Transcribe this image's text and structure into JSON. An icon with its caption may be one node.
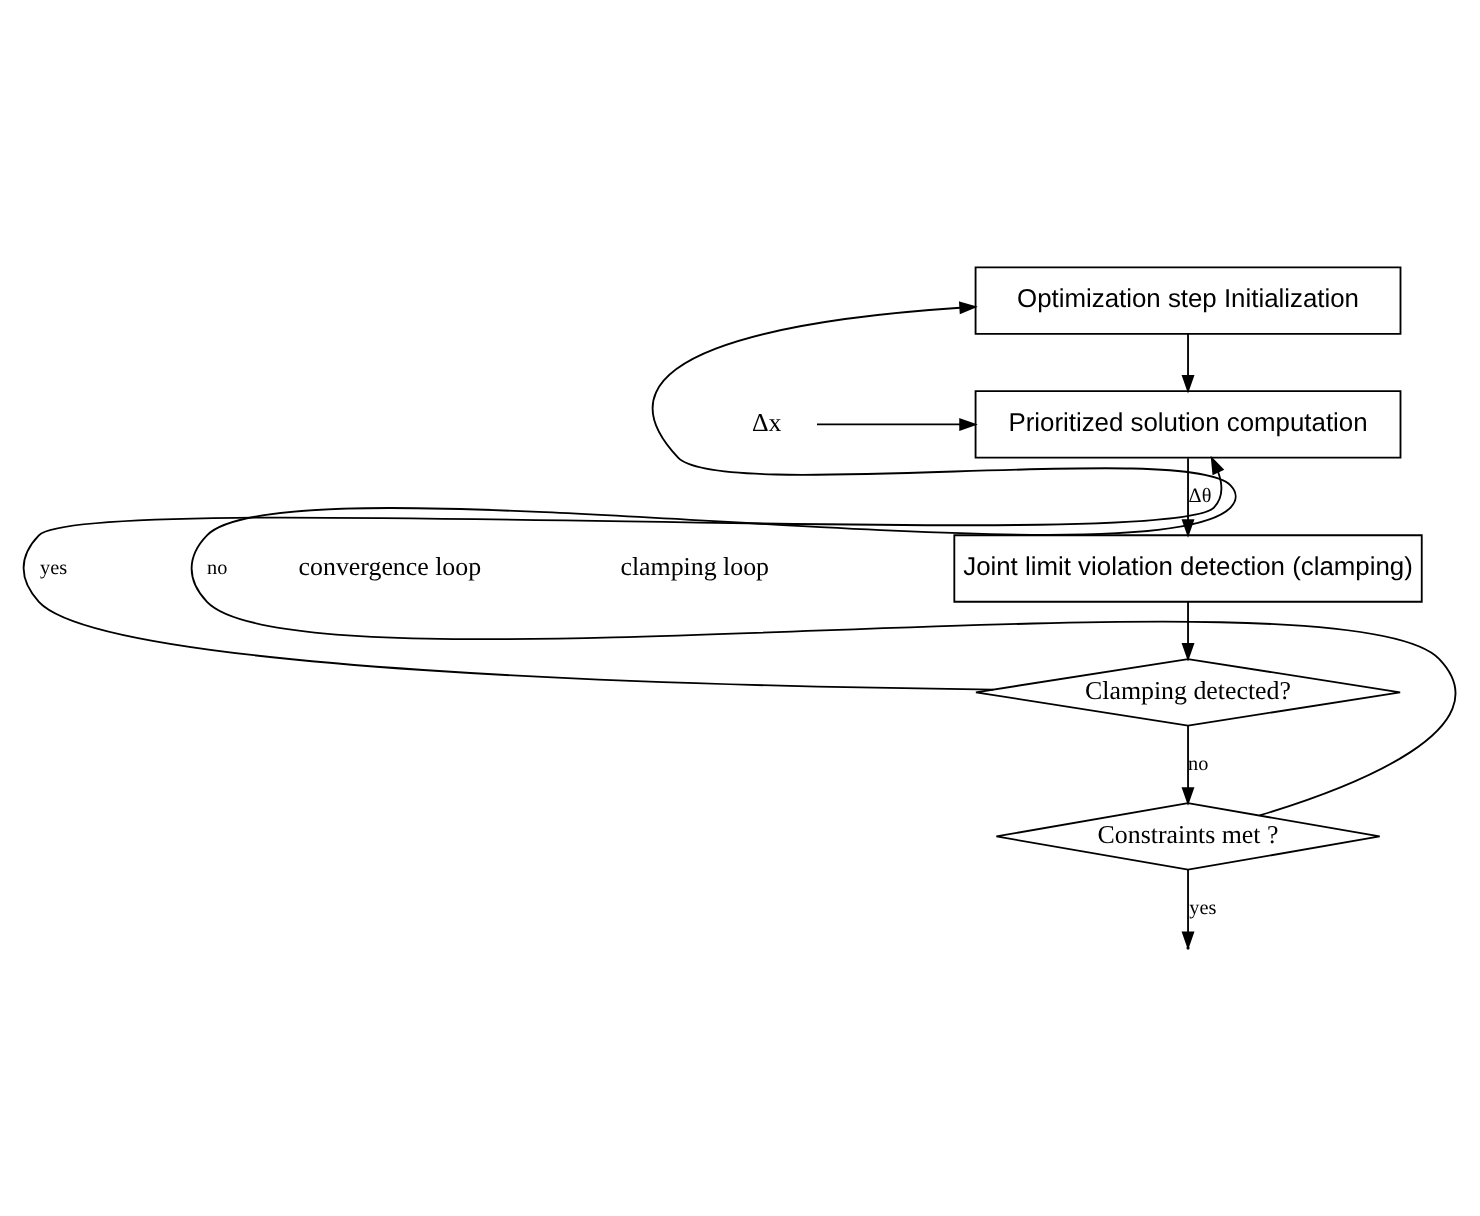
{
  "diagram": {
    "nodes": [
      {
        "text": [
          "Optimization step Initialization"
        ]
      },
      {
        "text": [
          "Prioritized solution computation"
        ]
      },
      {
        "text": [
          "Joint limit violation detection (clamping)"
        ]
      },
      {
        "text": [
          "Clamping detected?"
        ]
      },
      {
        "text": [
          "Constraints met ?"
        ]
      },
      {
        "text": [
          "Δx"
        ]
      }
    ],
    "edges": [
      {
        "from": 4,
        "to": 0,
        "arrow": "to",
        "label": "no"
      },
      {
        "from": 0,
        "to": 1,
        "arrow": "to"
      },
      {
        "from": 3,
        "to": 1,
        "arrow": "to",
        "label": "yes"
      },
      {
        "from": 5,
        "to": 1,
        "arrow": "to"
      },
      {
        "from": 1,
        "to": 2,
        "arrow": "to",
        "label": "Δθ"
      },
      {
        "from": 2,
        "to": 3,
        "arrow": "to"
      },
      {
        "from": 3,
        "to": 4,
        "arrow": "to",
        "label": "no"
      },
      {
        "from": 4,
        "to": null,
        "arrow": "to",
        "label": "yes"
      }
    ],
    "labels": [
      "convergence loop",
      "clamping loop"
    ]
  }
}
